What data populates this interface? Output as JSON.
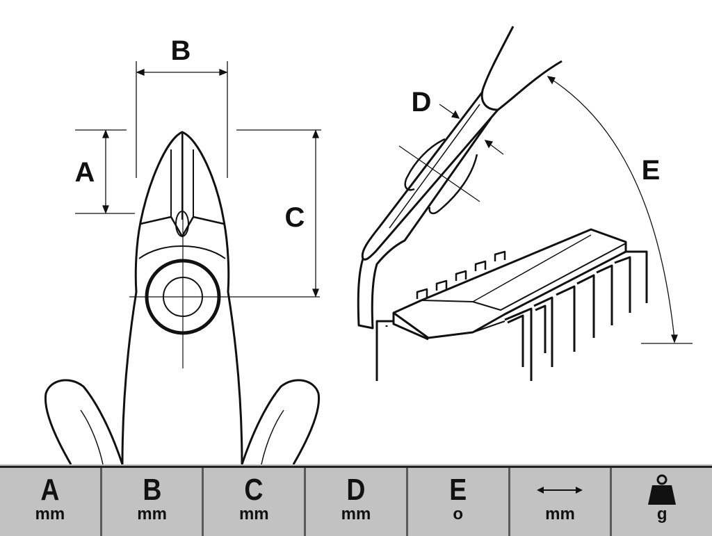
{
  "diagram": {
    "labels": {
      "A": "A",
      "B": "B",
      "C": "C",
      "D": "D",
      "E": "E"
    }
  },
  "legend": [
    {
      "symbol": "A",
      "unit": "mm"
    },
    {
      "symbol": "B",
      "unit": "mm"
    },
    {
      "symbol": "C",
      "unit": "mm"
    },
    {
      "symbol": "D",
      "unit": "mm"
    },
    {
      "symbol": "E",
      "unit": "o"
    },
    {
      "icon": "double-arrow-icon",
      "unit": "mm"
    },
    {
      "icon": "weight-icon",
      "unit": "g"
    }
  ],
  "colors": {
    "background": "#ffffff",
    "legend_bg": "#c2c2c2",
    "ink": "#111111"
  }
}
